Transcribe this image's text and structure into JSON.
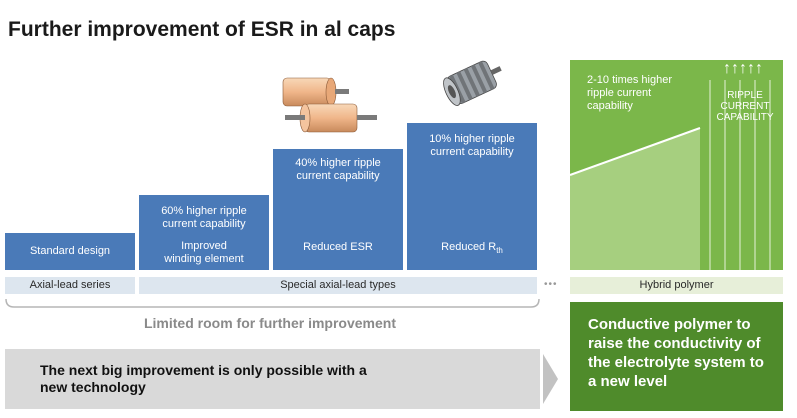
{
  "title": "Further improvement of ESR in al caps",
  "steps": [
    {
      "improvement": "",
      "label": "Standard design"
    },
    {
      "improvement": "60% higher ripple current capability",
      "label": "Improved winding element"
    },
    {
      "improvement": "40% higher ripple current capability",
      "label": "Reduced ESR"
    },
    {
      "improvement": "10% higher ripple current capability",
      "label_main": "Reduced R",
      "label_sub": "th"
    }
  ],
  "bands": {
    "axial": "Axial-lead series",
    "special": "Special axial-lead types",
    "hybrid": "Hybrid polymer"
  },
  "ellipsis": "•••",
  "limited": "Limited room for further improvement",
  "green": {
    "times": "2-10 times higher ripple current capability",
    "ripple_arrows": "↑↑↑↑↑",
    "ripple_label": "RIPPLE CURRENT CAPABILITY"
  },
  "next_big": "The next big improvement is only possible with a new technology",
  "conductive": "Conductive polymer to raise the conductivity of the electrolyte system to a new level",
  "colors": {
    "blue": "#4a7ab8",
    "band": "#dde6ef",
    "green": "#7bb74a",
    "dark_green": "#4f8b2b",
    "grey": "#d9d9d9"
  }
}
